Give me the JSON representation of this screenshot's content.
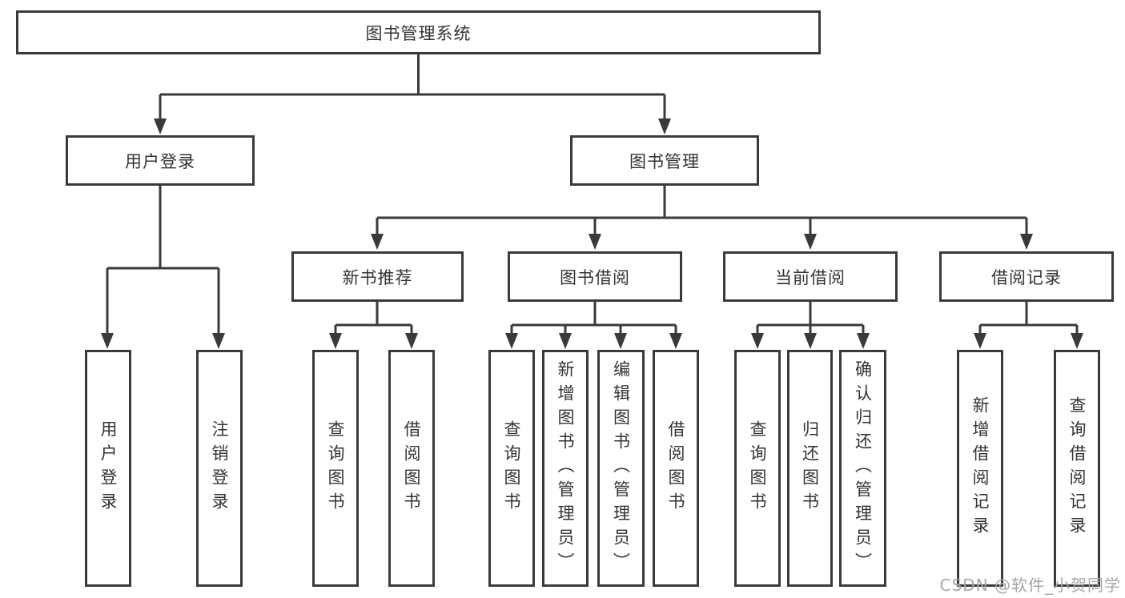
{
  "colors": {
    "line": "#3a3a3a",
    "text": "#333333",
    "watermark": "#a6a6a6",
    "background": "#ffffff"
  },
  "watermark": {
    "text": "CSDN @软件_小贺同学"
  },
  "tree": {
    "root": {
      "label": "图书管理系统"
    },
    "branches": {
      "user_login": {
        "label": "用户登录",
        "children": {
          "login": {
            "label": "用户登录"
          },
          "logout": {
            "label": "注销登录"
          }
        }
      },
      "book_management": {
        "label": "图书管理",
        "children": {
          "new_book_recommend": {
            "label": "新书推荐",
            "children": {
              "query": {
                "label": "查询图书"
              },
              "borrow": {
                "label": "借阅图书"
              }
            }
          },
          "book_borrow": {
            "label": "图书借阅",
            "children": {
              "query": {
                "label": "查询图书"
              },
              "add": {
                "label": "新增图书（管理员）"
              },
              "edit": {
                "label": "编辑图书（管理员）"
              },
              "borrow": {
                "label": "借阅图书"
              }
            }
          },
          "current_borrow": {
            "label": "当前借阅",
            "children": {
              "query": {
                "label": "查询图书"
              },
              "return": {
                "label": "归还图书"
              },
              "confirm": {
                "label": "确认归还（管理员）"
              }
            }
          },
          "borrow_records": {
            "label": "借阅记录",
            "children": {
              "add": {
                "label": "新增借阅记录"
              },
              "query": {
                "label": "查询借阅记录"
              }
            }
          }
        }
      }
    }
  }
}
